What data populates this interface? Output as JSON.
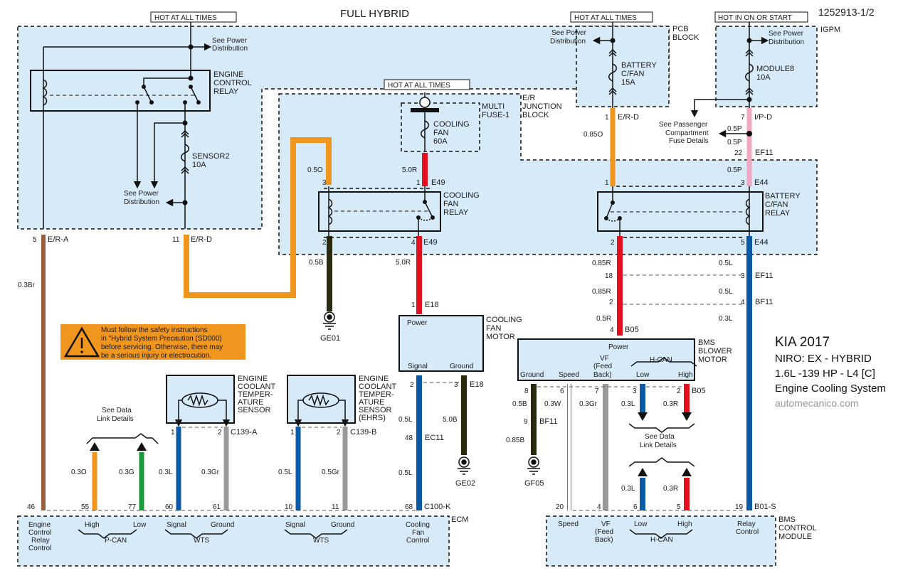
{
  "header": {
    "title": "FULL HYBRID",
    "diagram_id": "1252913-1/2"
  },
  "info": {
    "make_year": "KIA 2017",
    "model": "NIRO: EX - HYBRID",
    "engine": "1.6L -139 HP - L4 [C]",
    "system": "Engine Cooling System",
    "site": "automecanico.com"
  },
  "power_labels": {
    "hot1": "HOT AT ALL TIMES",
    "hot2": "HOT AT ALL TIMES",
    "hot3": "HOT AT ALL TIMES",
    "hot4": "HOT IN ON OR START"
  },
  "boxes": {
    "ecr": [
      "ENGINE",
      "CONTROL",
      "RELAY"
    ],
    "sensor2": [
      "SENSOR2",
      "10A"
    ],
    "multifuse": [
      "MULTI",
      "FUSE-1"
    ],
    "coolingfan_fuse": [
      "COOLING",
      "FAN",
      "60A"
    ],
    "er_junction": [
      "E/R",
      "JUNCTION",
      "BLOCK"
    ],
    "cfr": [
      "COOLING",
      "FAN",
      "RELAY"
    ],
    "pcb": [
      "PCB",
      "BLOCK"
    ],
    "bat_fuse": [
      "BATTERY",
      "C/FAN",
      "15A"
    ],
    "igpm": "IGPM",
    "module8": [
      "MODULE8",
      "10A"
    ],
    "bcfr": [
      "BATTERY",
      "C/FAN",
      "RELAY"
    ],
    "cfm": [
      "COOLING",
      "FAN",
      "MOTOR"
    ],
    "bms_blower": [
      "BMS",
      "BLOWER",
      "MOTOR"
    ],
    "ects": [
      "ENGINE",
      "COOLANT",
      "TEMPER-",
      "ATURE",
      "SENSOR"
    ],
    "ects_ehrs": [
      "ENGINE",
      "COOLANT",
      "TEMPER-",
      "ATURE",
      "SENSOR",
      "(EHRS)"
    ],
    "ecm": "ECM",
    "bms_ctrl": [
      "BMS",
      "CONTROL",
      "MODULE"
    ]
  },
  "refs": {
    "see_power": [
      "See Power",
      "Distribution"
    ],
    "see_passenger": [
      "See Passenger",
      "Compartment",
      "Fuse Details"
    ],
    "see_data": [
      "See Data",
      "Link Details"
    ]
  },
  "warning": {
    "lines": [
      "Must follow the safety instructions",
      "in \"Hybrid System Precaution (SD000)",
      "before servicing. Otherwise, there may",
      "be a serious injury or electrocution."
    ],
    "color": "#f0961e"
  },
  "connectors": {
    "er_a": "E/R-A",
    "er_d": "E/R-D",
    "e49": "E49",
    "e18": "E18",
    "ec11": "EC11",
    "c100k": "C100-K",
    "ge01": "GE01",
    "ge02": "GE02",
    "ipd": "I/P-D",
    "ef11": "EF11",
    "e44": "E44",
    "bf11": "BF11",
    "b05": "B05",
    "gf05": "GF05",
    "b01s": "B01-S",
    "c139a": "C139-A",
    "c139b": "C139-B"
  },
  "pins": {
    "p5": "5",
    "p11": "11",
    "p3": "3",
    "p1": "1",
    "p2": "2",
    "p4": "4",
    "p7": "7",
    "p22": "22",
    "p18": "18",
    "p8": "8",
    "p6": "6",
    "p9": "9",
    "p48": "48",
    "p68": "68",
    "p46": "46",
    "p55": "55",
    "p77": "77",
    "p60": "60",
    "p61": "61",
    "p10": "10",
    "p20": "20",
    "p19": "19"
  },
  "wires": {
    "w03Br": "0.3Br",
    "w05O": "0.5O",
    "w50R": "5.0R",
    "w05B": "0.5B",
    "w085O": "0.85O",
    "w05P": "0.5P",
    "w085R": "0.85R",
    "w05R": "0.5R",
    "w05L": "0.5L",
    "w03L": "0.3L",
    "w50B": "5.0B",
    "w03W": "0.3W",
    "w03Gr": "0.3Gr",
    "w03R": "0.3R",
    "w085B": "0.85B",
    "w03O": "0.3O",
    "w03G": "0.3G",
    "w05Gr": "0.5Gr"
  },
  "terminals": {
    "power": "Power",
    "signal": "Signal",
    "ground": "Ground",
    "speed": "Speed",
    "vf": [
      "VF",
      "(Feed",
      "Back)"
    ],
    "hcan": "H-CAN",
    "pcan": "P-CAN",
    "low": "Low",
    "high": "High",
    "wts": "WTS",
    "ecr_ctrl": [
      "Engine",
      "Control",
      "Relay",
      "Control"
    ],
    "cfc": [
      "Cooling",
      "Fan",
      "Control"
    ],
    "relay_ctrl": [
      "Relay",
      "Control"
    ]
  },
  "colors": {
    "module_fill": "#d6eaf8",
    "orange": "#f0961e",
    "red": "#e2101e",
    "blue": "#0b5aa8",
    "pink": "#f2a8c0",
    "brown": "#98603e",
    "black": "#2a2a10",
    "gray": "#9a9a9a",
    "green": "#1a9a3a",
    "connector_text": "#2a2ad0"
  }
}
